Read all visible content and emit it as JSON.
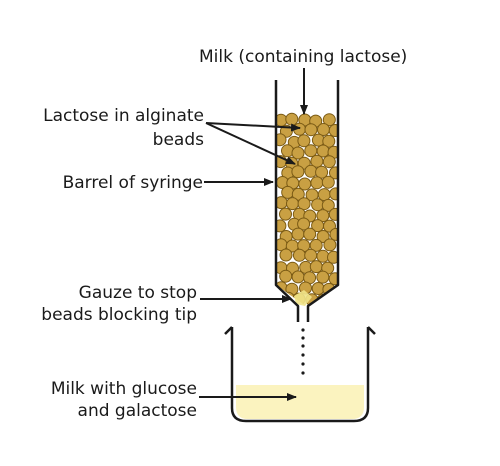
{
  "labels": {
    "milk_in": "Milk (containing lactose)",
    "lactose_beads_line1": "Lactose in alginate",
    "lactose_beads_line2": "beads",
    "barrel": "Barrel of syringe",
    "gauze_line1": "Gauze to stop",
    "gauze_line2": "beads blocking tip",
    "milk_out_line1": "Milk with glucose",
    "milk_out_line2": "and galactose"
  },
  "colors": {
    "bead_fill": "#c9a043",
    "bead_stroke": "#7a5a14",
    "outline": "#1a1a1a",
    "milk_fill": "#fbf3bf",
    "gauze_fill": "#f1e48a"
  }
}
